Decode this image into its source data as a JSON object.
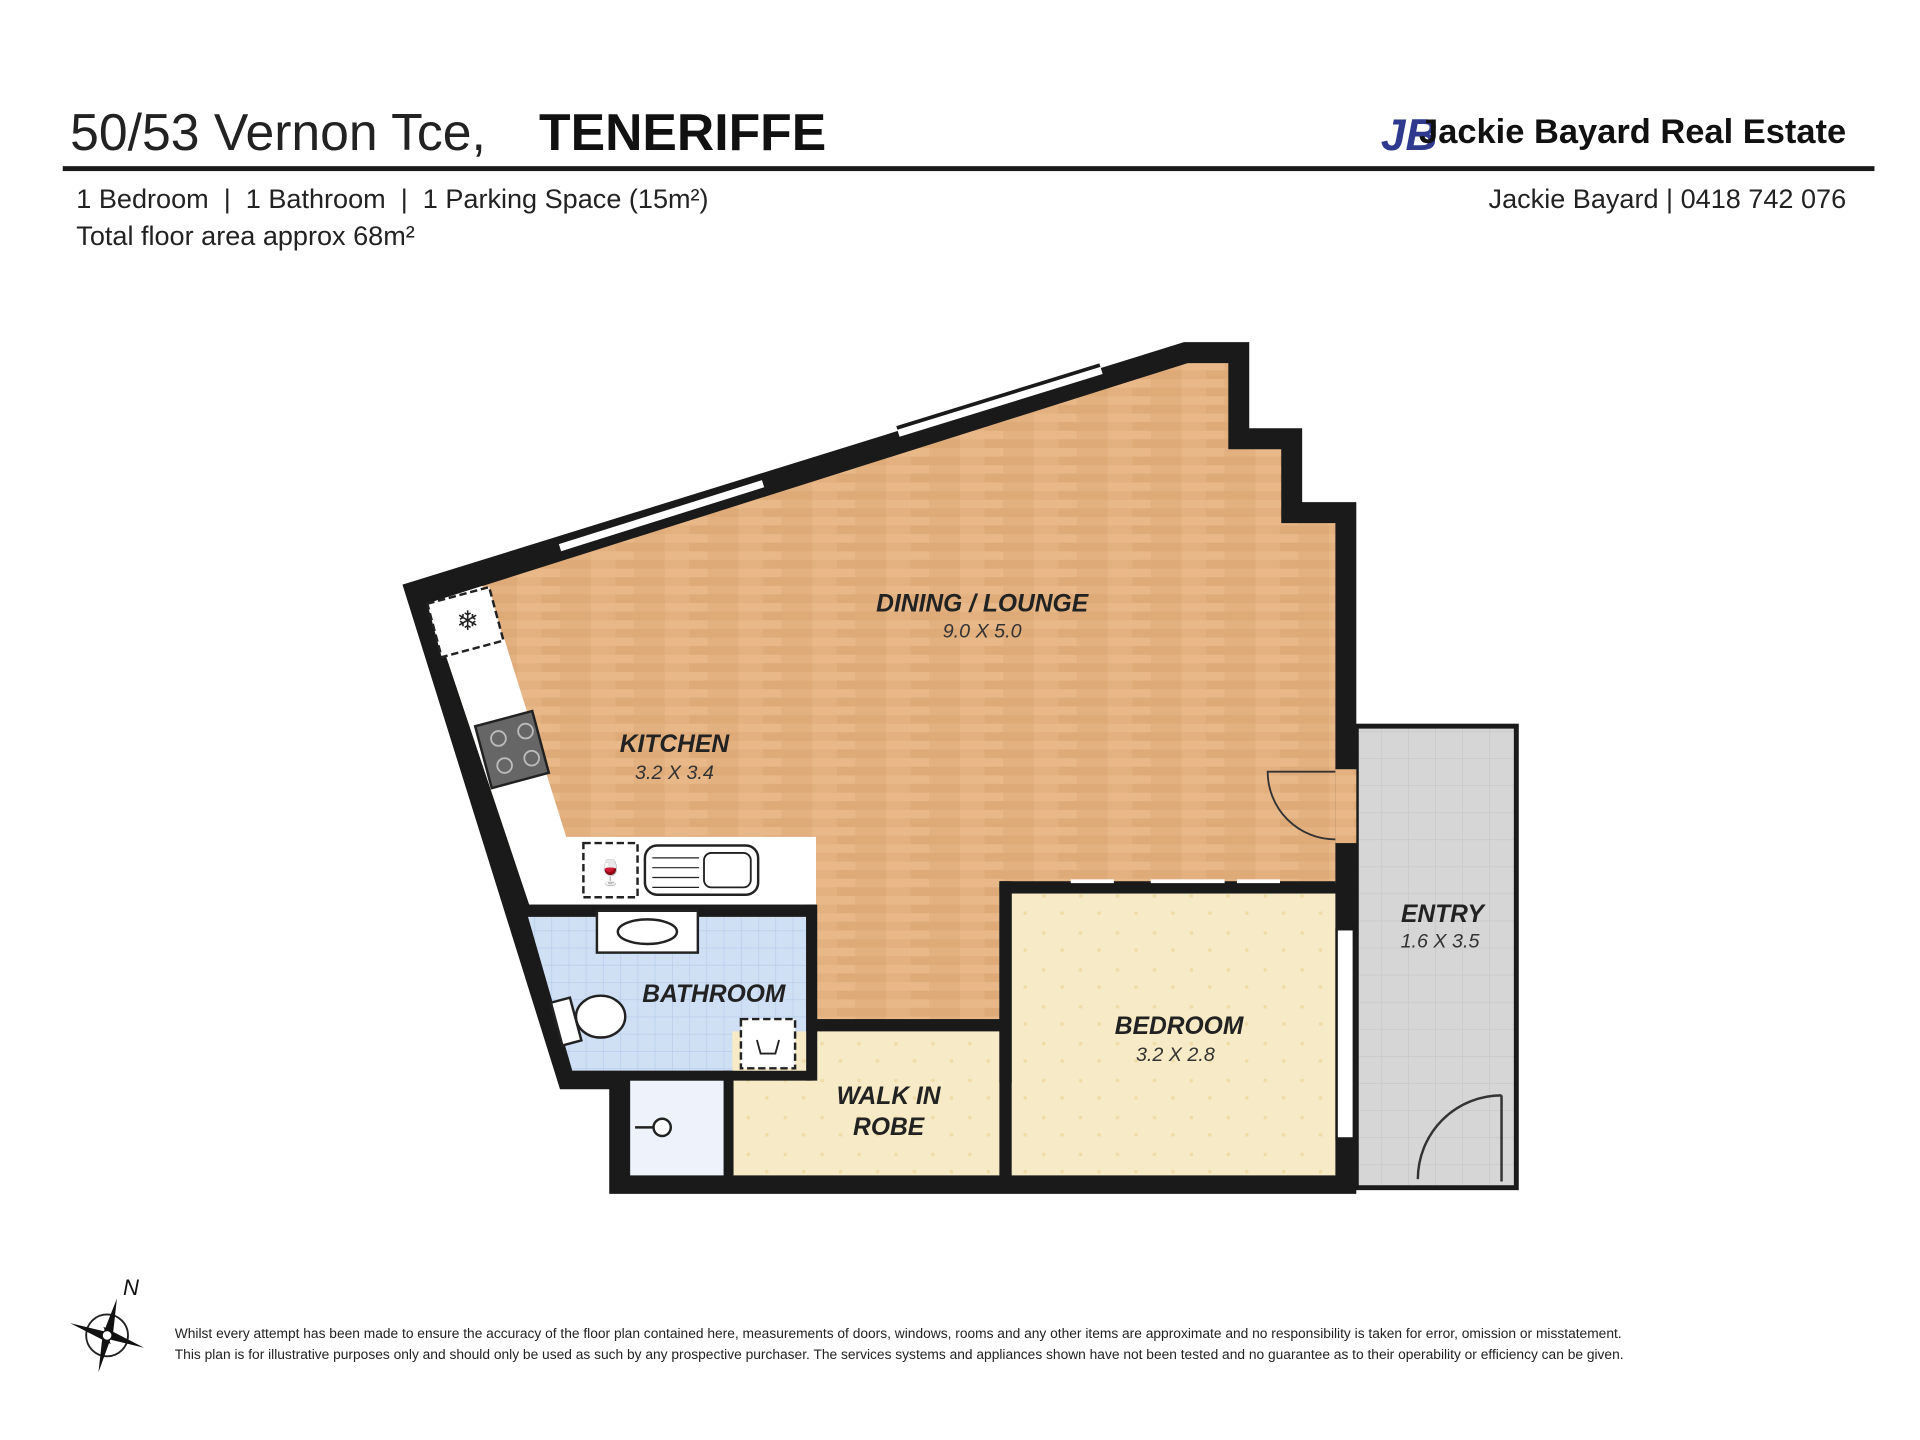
{
  "header": {
    "address": "50/53 Vernon Tce,",
    "suburb": "TENERIFFE",
    "logo_mark": "JB",
    "agency": "Jackie Bayard Real Estate",
    "summary": "1 Bedroom  |  1 Bathroom  |  1 Parking Space (15m²)",
    "floor_area": "Total floor area approx 68m²",
    "contact": "Jackie Bayard | 0418 742 076"
  },
  "rooms": [
    {
      "name": "DINING / LOUNGE",
      "dims": "9.0 X 5.0"
    },
    {
      "name": "KITCHEN",
      "dims": "3.2 X 3.4"
    },
    {
      "name": "BATHROOM",
      "dims": ""
    },
    {
      "name": "BEDROOM",
      "dims": "3.2 X 2.8"
    },
    {
      "name": "ENTRY",
      "dims": "1.6 X 3.5"
    },
    {
      "name": "WALK IN",
      "dims": "ROBE"
    }
  ],
  "compass": {
    "label": "N"
  },
  "disclaimer": {
    "line1": "Whilst every attempt has been made to ensure the accuracy of the floor plan contained here, measurements of doors, windows, rooms and any other items are approximate and no responsibility is taken for error, omission or misstatement.",
    "line2": "This plan is for illustrative purposes only and should only be used as such by any prospective purchaser. The services systems and appliances shown have not been tested and no guarantee as to their operability or efficiency can be given."
  },
  "colors": {
    "brand": "#2f3a8f",
    "wood": "#e3b07f",
    "bath": "#cfe0f5",
    "bed": "#f6ebc6",
    "entry": "#d6d6d6",
    "wall": "#1a1a1a"
  }
}
